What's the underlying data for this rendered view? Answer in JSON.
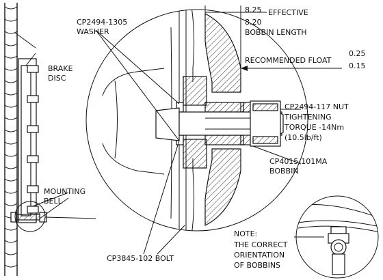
{
  "labels": {
    "washer_part": "CP2494-1305",
    "washer_name": "WASHER",
    "brake": "BRAKE",
    "disc": "DISC",
    "effective_upper": "8.25",
    "effective_lower": "8.20",
    "effective": "EFFECTIVE",
    "bobbin_length": "BOBBIN LENGTH",
    "recommended_float": "RECOMMENDED FLOAT",
    "float_upper": "0.25",
    "float_lower": "0.15",
    "nut_part": "CP2494-117 NUT",
    "tightening": "TIGHTENING",
    "torque": "TORQUE -14Nm",
    "torque_alt": "(10.5lb/ft)",
    "bobbin_part": "CP4015-101MA",
    "bobbin_name": "BOBBIN",
    "mounting": "MOUNTING",
    "bell": "BELL",
    "bolt": "CP3845-102 BOLT",
    "note_title": "NOTE:",
    "note_line1": "THE CORRECT",
    "note_line2": "ORIENTATION",
    "note_line3": "OF BOBBINS"
  }
}
